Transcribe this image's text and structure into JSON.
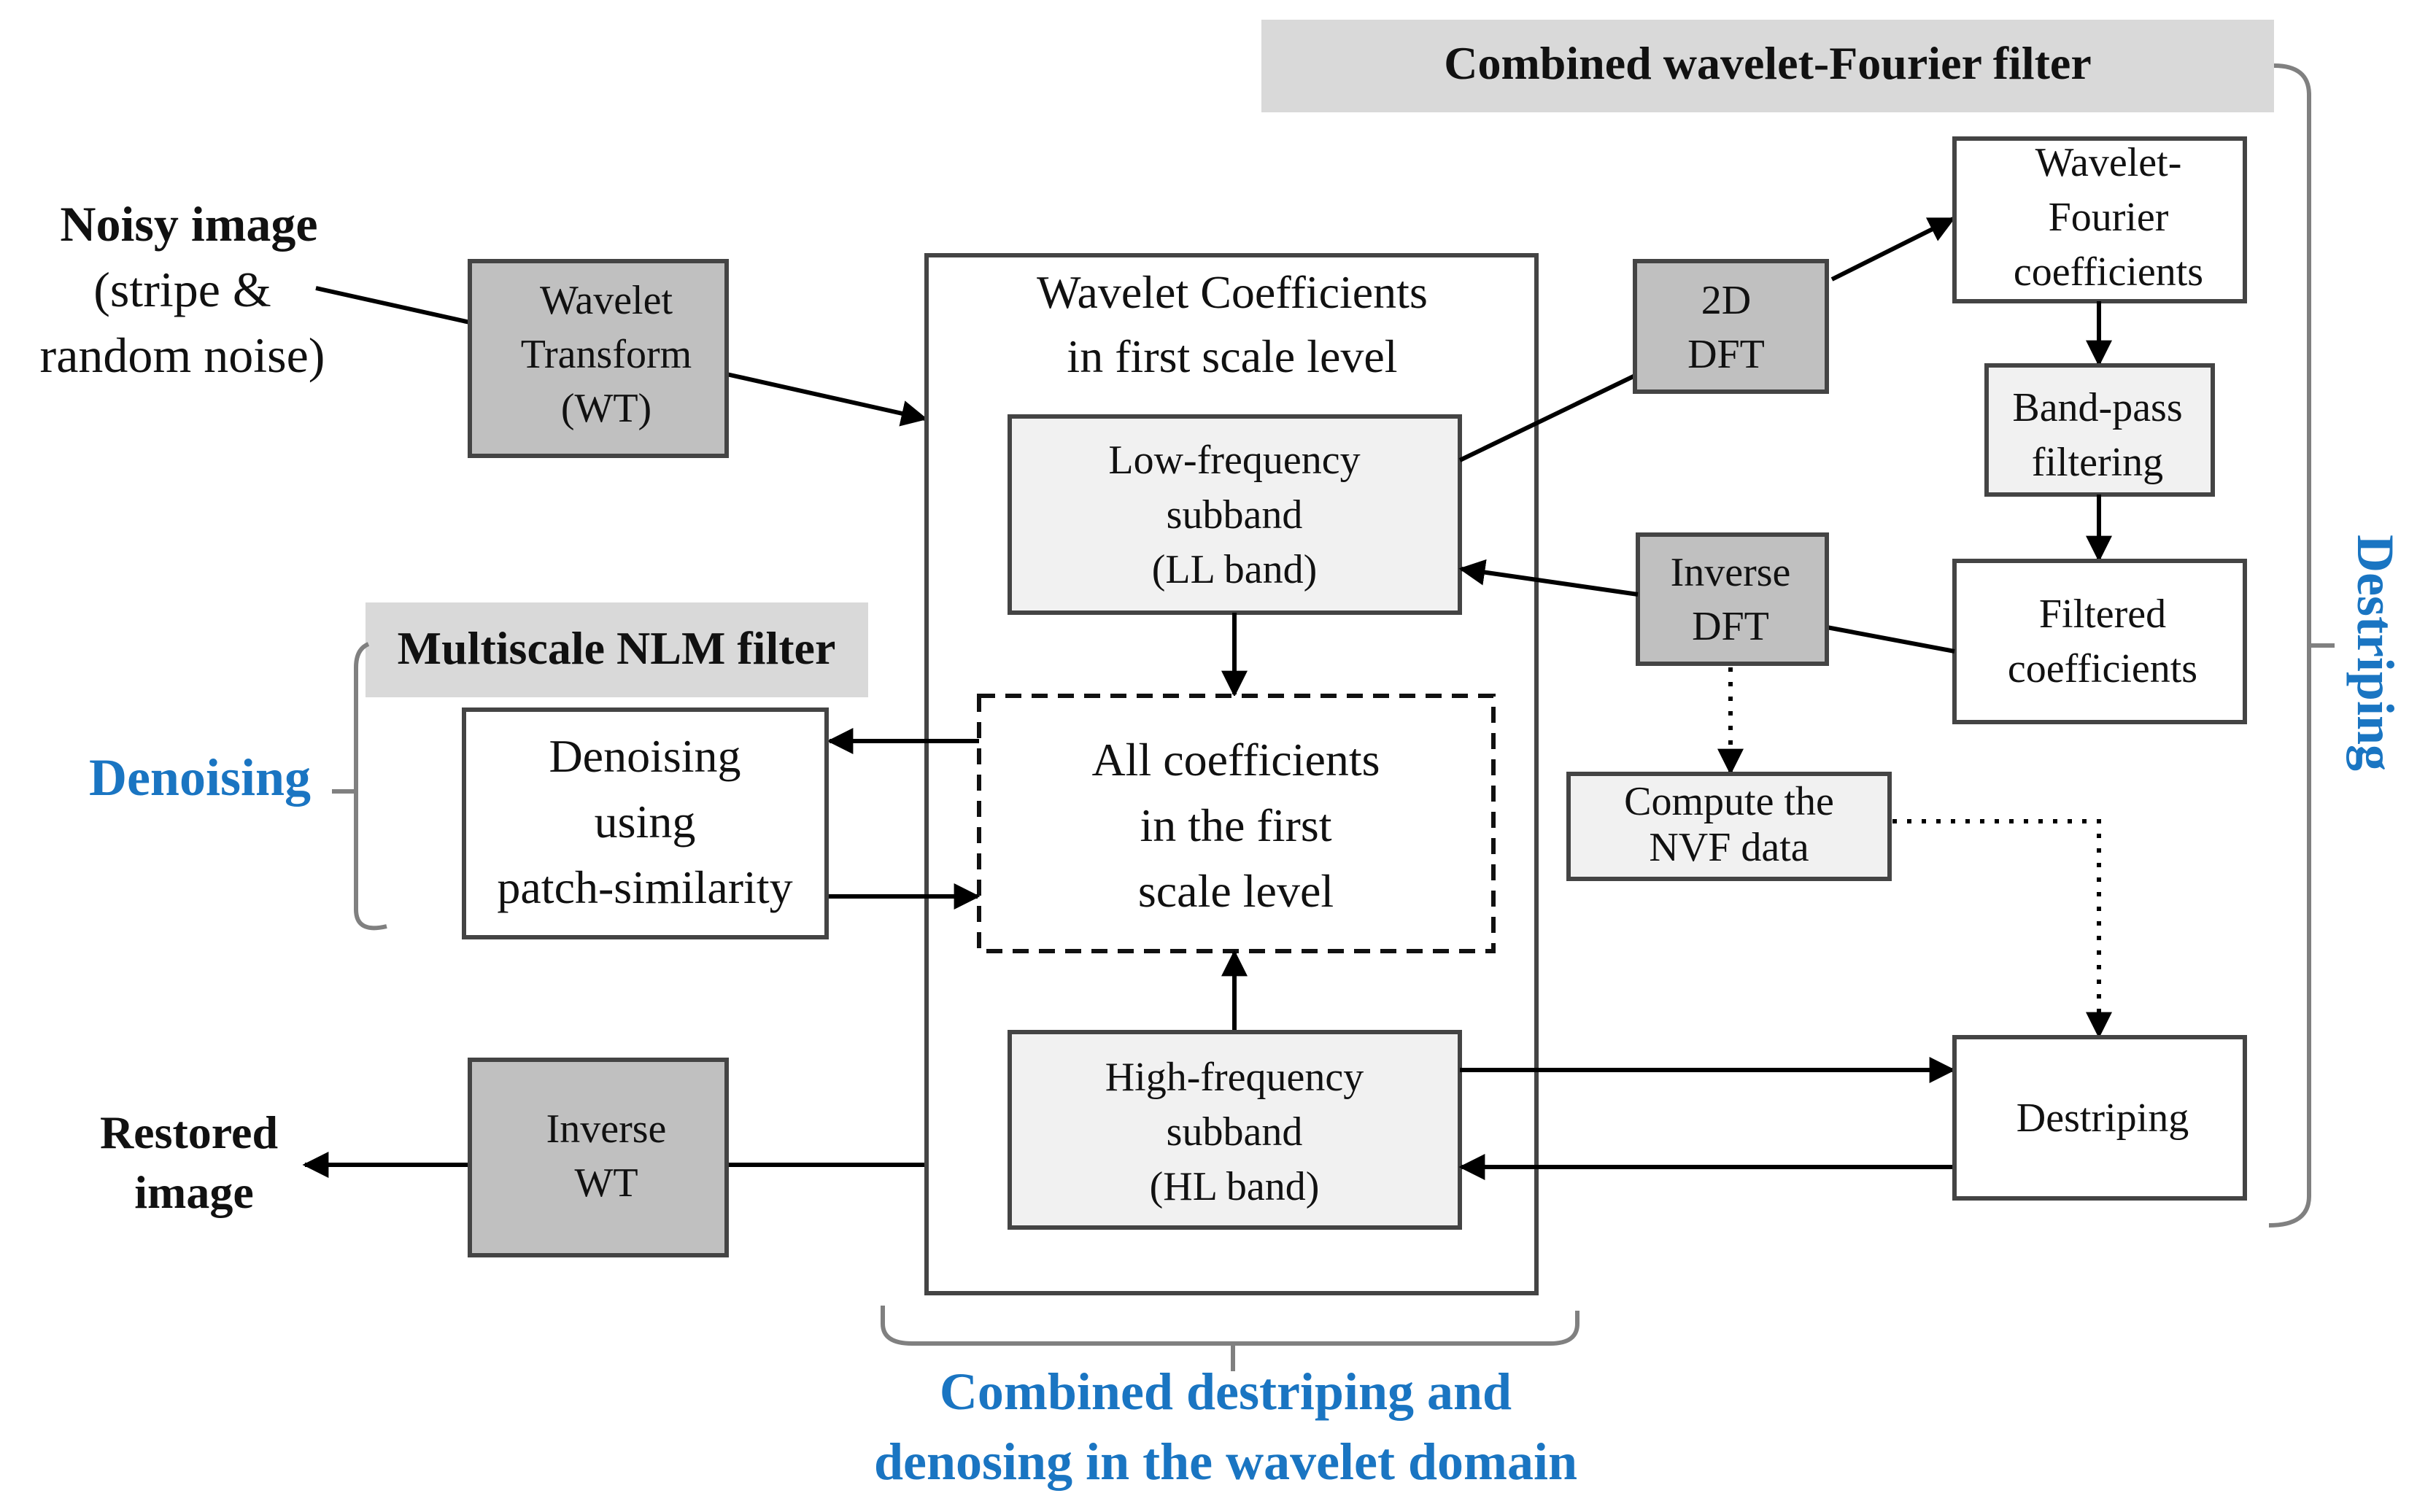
{
  "diagram": {
    "titles": {
      "wavelet_fourier": "Combined wavelet-Fourier filter",
      "multiscale_nlm": "Multiscale NLM filter"
    },
    "input": {
      "lines": [
        "Noisy image",
        "(stripe &",
        "random noise)"
      ]
    },
    "output": {
      "lines": [
        "Restored",
        "image"
      ]
    },
    "nodes": {
      "wt": [
        "Wavelet",
        "Transform",
        "(WT)"
      ],
      "inverse_wt": [
        "Inverse",
        "WT"
      ],
      "wavelet_coeff_container": [
        "Wavelet Coefficients",
        "in first scale level"
      ],
      "ll_band": [
        "Low-frequency",
        "subband",
        "(LL band)"
      ],
      "all_coeff": [
        "All coefficients",
        "in the first",
        "scale level"
      ],
      "hl_band": [
        "High-frequency",
        "subband",
        "(HL band)"
      ],
      "dft_2d": [
        "2D",
        "DFT"
      ],
      "wf_coeff": [
        "Wavelet-",
        "Fourier",
        "coefficients"
      ],
      "bandpass": [
        "Band-pass",
        "filtering"
      ],
      "filtered_coeff": [
        "Filtered",
        "coefficients"
      ],
      "inverse_dft": [
        "Inverse",
        "DFT"
      ],
      "nvf": [
        "Compute the",
        "NVF data"
      ],
      "destriping_box": [
        "Destriping"
      ],
      "denoising_box": [
        "Denoising",
        "using",
        "patch-similarity"
      ]
    },
    "group_labels": {
      "denoising": "Denoising",
      "destriping": "Destriping",
      "combined": [
        "Combined destriping and",
        "denosing in the wavelet domain"
      ]
    },
    "colors": {
      "accent_blue": "#1a75c2",
      "dark_box": "#c0c0c0",
      "light_box": "#f1f1f1",
      "title_bg": "#d9d9d9",
      "brace": "#808080"
    }
  }
}
